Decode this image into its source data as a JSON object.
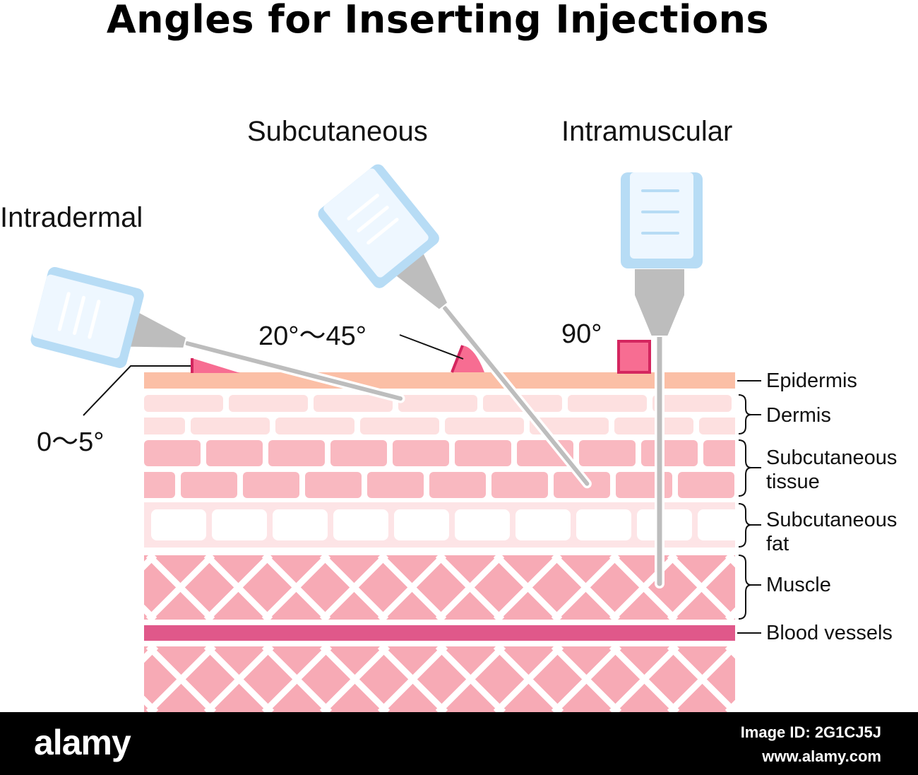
{
  "title": "Angles for Inserting Injections",
  "methods": {
    "intradermal": {
      "label": "Intradermal",
      "angle": "0〜5°"
    },
    "subcutaneous": {
      "label": "Subcutaneous",
      "angle": "20°〜45°"
    },
    "intramuscular": {
      "label": "Intramuscular",
      "angle": "90°"
    }
  },
  "layers": {
    "epidermis": "Epidermis",
    "dermis": "Dermis",
    "subcutaneous_tissue_line1": "Subcutaneous",
    "subcutaneous_tissue_line2": "tissue",
    "subcutaneous_fat_line1": "Subcutaneous",
    "subcutaneous_fat_line2": "fat",
    "muscle": "Muscle",
    "blood_vessels": "Blood vessels"
  },
  "colors": {
    "epidermis": "#fbbfa6",
    "dermis": "#fde0e0",
    "subcutaneous_tissue": "#f9b8c0",
    "subcutaneous_fat": "#fde4e6",
    "muscle": "#f7aab5",
    "blood_vessel": "#e0588a",
    "angle_marker": "#f76d92",
    "syringe_barrel": "#b7dcf5",
    "needle": "#bdbdbd"
  },
  "footer": {
    "brand": "alamy",
    "stock_id": "Image ID: 2G1CJ5J",
    "site": "www.alamy.com"
  }
}
